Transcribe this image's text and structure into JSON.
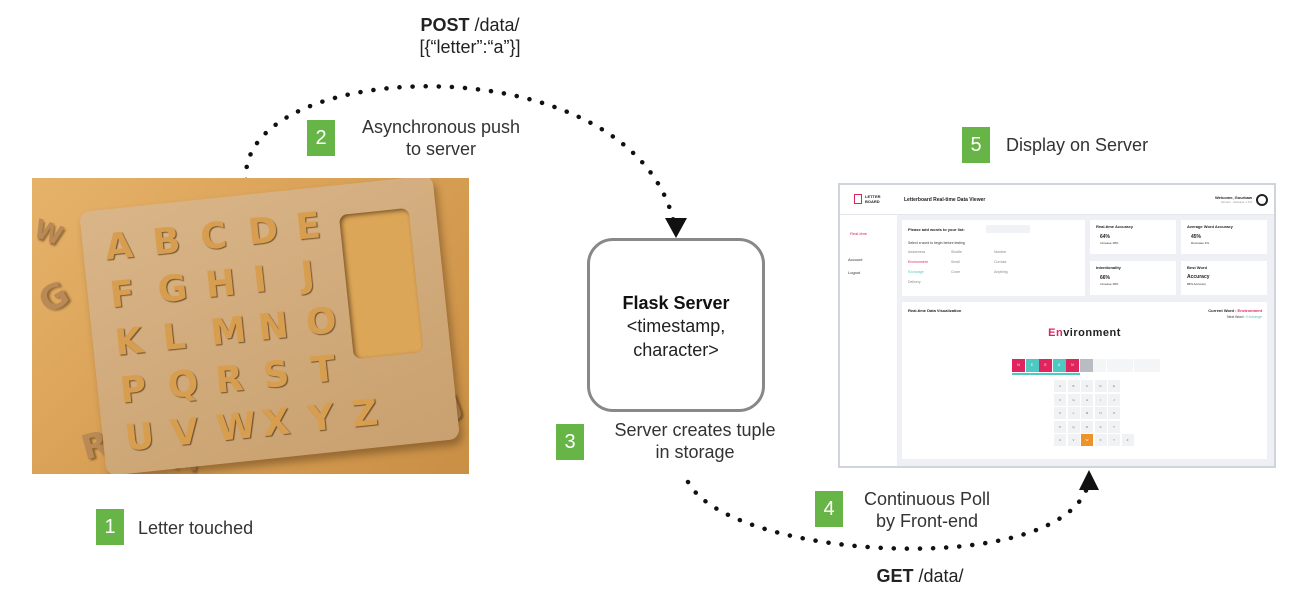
{
  "steps": {
    "s1": {
      "num": "1",
      "label": "Letter touched"
    },
    "s2": {
      "num": "2",
      "label_line1": "Asynchronous push",
      "label_line2": "to server"
    },
    "s3": {
      "num": "3",
      "label_line1": "Server creates tuple",
      "label_line2": "in storage"
    },
    "s4": {
      "num": "4",
      "label_line1": "Continuous Poll",
      "label_line2": "by Front-end"
    },
    "s5": {
      "num": "5",
      "label": "Display on Server"
    }
  },
  "post": {
    "method": "POST",
    "path": " /data/",
    "payload": "[{“letter”:“a”}]"
  },
  "get": {
    "method": "GET",
    "path": " /data/"
  },
  "server": {
    "title": "Flask Server",
    "line1": "<timestamp,",
    "line2": "character>"
  },
  "photo": {
    "letters": [
      "A",
      "B",
      "C",
      "D",
      "E",
      "F",
      "G",
      "H",
      "I",
      "J",
      "K",
      "L",
      "M",
      "N",
      "O",
      "P",
      "Q",
      "R",
      "S",
      "T",
      "U",
      "V",
      "W",
      "X",
      "Y",
      "Z"
    ]
  },
  "dashboard": {
    "logo": "LETTER BOARD",
    "app_title": "Letterboard Real-time Data Viewer",
    "welcome": "Welcome, Gourbaw",
    "welcome_sub": "Version · Release 1.0.0",
    "nav_realtime": "Real-time",
    "nav_account": "Account",
    "nav_logout": "Logout",
    "add_words": "Please add words to your list:",
    "select_word": "Select a word to begin before testing",
    "words": [
      "Awareness",
      "Shuttle",
      "Number",
      "Environment",
      "Small",
      "Corridor",
      "Exchange",
      "Cover",
      "Anything",
      "Delivery"
    ],
    "rt_accuracy_title": "Real-time Accuracy",
    "rt_accuracy_value": "64%",
    "rt_accuracy_sub": "Increase 18%",
    "avg_word_title": "Average Word Accuracy",
    "avg_word_value": "45%",
    "avg_word_sub": "Decrease 3%",
    "intent_title": "Intentionality",
    "intent_value": "66%",
    "intent_sub": "Increase 18%",
    "best_word_title": "Best Word",
    "best_word_value": "Accuracy",
    "best_word_sub": "88% Accuracy",
    "viz_title": "Real-time Data Visualization",
    "current_word_label": "Current Word :",
    "current_word": "Environment",
    "next_word_label": "Next Word :",
    "next_word": "Exchange",
    "word_display_first": "En",
    "word_display_rest": "vironment",
    "typed_letters": [
      "N",
      "E",
      "E",
      "A",
      "N"
    ],
    "grid_letters": [
      "A",
      "B",
      "C",
      "D",
      "E",
      "F",
      "G",
      "H",
      "I",
      "J",
      "K",
      "L",
      "M",
      "N",
      "O",
      "P",
      "Q",
      "R",
      "S",
      "T",
      "U",
      "V",
      "W",
      "X",
      "Y",
      "Z"
    ],
    "highlight_letter": "W",
    "colors": {
      "accent": "#e0245e",
      "teal": "#4ec8c1",
      "orange": "#f0922a",
      "gray": "#b9bcc2"
    }
  },
  "colors": {
    "badge": "#67b546",
    "arrow": "#111111"
  }
}
